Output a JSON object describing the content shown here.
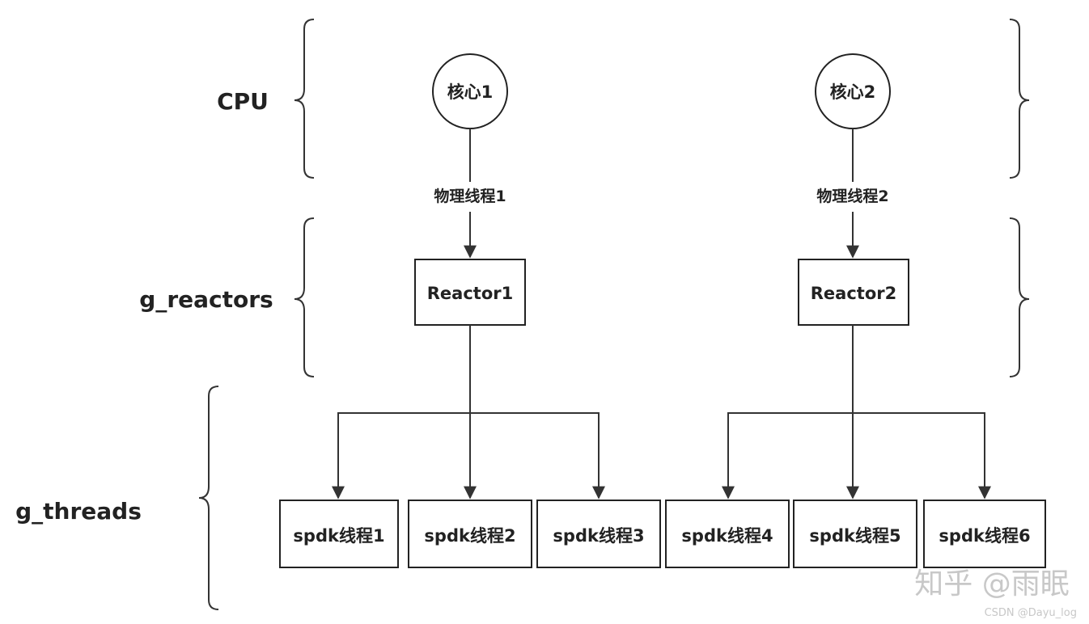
{
  "diagram": {
    "layers": [
      {
        "id": "cpu",
        "label": "CPU"
      },
      {
        "id": "reactors",
        "label": "g_reactors"
      },
      {
        "id": "threads",
        "label": "g_threads"
      }
    ],
    "cores": [
      {
        "label": "核心1",
        "physical_thread": "物理线程1"
      },
      {
        "label": "核心2",
        "physical_thread": "物理线程2"
      }
    ],
    "reactors": [
      {
        "label": "Reactor1"
      },
      {
        "label": "Reactor2"
      }
    ],
    "threads": [
      {
        "label": "spdk线程1",
        "reactor": "Reactor1"
      },
      {
        "label": "spdk线程2",
        "reactor": "Reactor1"
      },
      {
        "label": "spdk线程3",
        "reactor": "Reactor1"
      },
      {
        "label": "spdk线程4",
        "reactor": "Reactor2"
      },
      {
        "label": "spdk线程5",
        "reactor": "Reactor2"
      },
      {
        "label": "spdk线程6",
        "reactor": "Reactor2"
      }
    ]
  },
  "watermark": {
    "zhihu": "知乎 @雨眠",
    "csdn": "CSDN @Dayu_log"
  }
}
